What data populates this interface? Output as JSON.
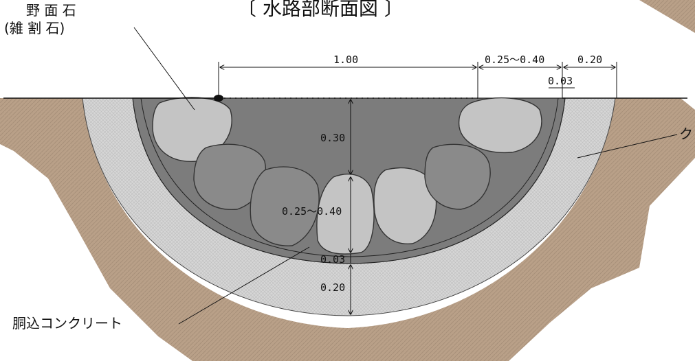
{
  "title": "〔 水路部断面図 〕",
  "labels": {
    "stone_line1": "野 面 石",
    "stone_line2": "(雑 割 石)",
    "concrete": "胴込コンクリート",
    "right_cut": "ク"
  },
  "dimensions": {
    "width_top": "1.00",
    "side_width": "0.25～0.40",
    "outer_width": "0.20",
    "joint_side": "0.03",
    "depth_water": "0.30",
    "stone_size": "0.25～0.40",
    "joint_bottom": "0.03",
    "base_thickness": "0.20"
  },
  "colors": {
    "soil": "#b79f86",
    "concrete": "#d0d0d0",
    "mortar": "#7a7a7a",
    "stone_light": "#c8c8c8",
    "stone_dark": "#8d8d8d"
  }
}
